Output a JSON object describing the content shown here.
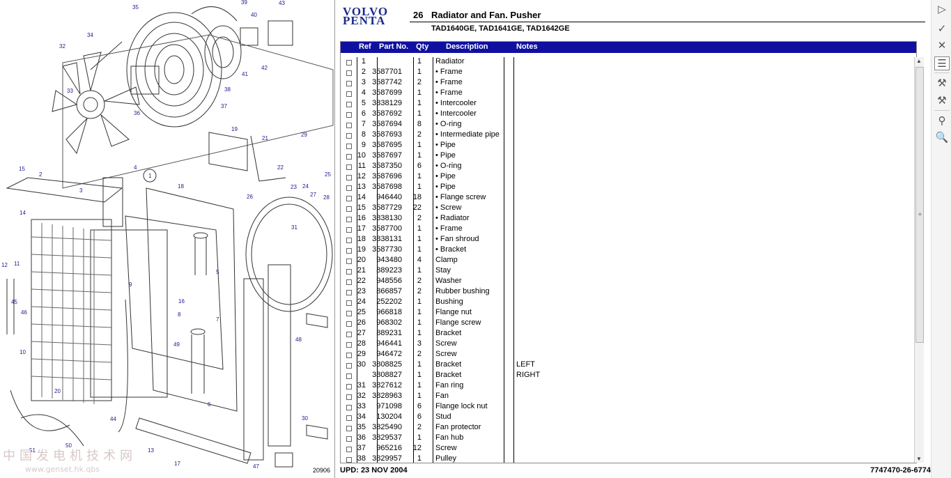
{
  "header": {
    "logo_line1": "VOLVO",
    "logo_line2": "PENTA",
    "section_number": "26",
    "section_title": "Radiator and Fan. Pusher",
    "models": "TAD1640GE, TAD1641GE, TAD1642GE"
  },
  "table": {
    "columns": [
      "Ref",
      "Part No.",
      "Qty",
      "Description",
      "Notes"
    ],
    "rows": [
      {
        "ref": "1",
        "part": "",
        "qty": "1",
        "desc": "Radiator",
        "notes": ""
      },
      {
        "ref": "2",
        "part": "3587701",
        "qty": "1",
        "desc": "• Frame",
        "notes": ""
      },
      {
        "ref": "3",
        "part": "3587742",
        "qty": "2",
        "desc": "• Frame",
        "notes": ""
      },
      {
        "ref": "4",
        "part": "3587699",
        "qty": "1",
        "desc": "• Frame",
        "notes": ""
      },
      {
        "ref": "5",
        "part": "3838129",
        "qty": "1",
        "desc": "• Intercooler",
        "notes": ""
      },
      {
        "ref": "6",
        "part": "3587692",
        "qty": "1",
        "desc": "• Intercooler",
        "notes": ""
      },
      {
        "ref": "7",
        "part": "3587694",
        "qty": "8",
        "desc": "• O-ring",
        "notes": ""
      },
      {
        "ref": "8",
        "part": "3587693",
        "qty": "2",
        "desc": "• Intermediate pipe",
        "notes": ""
      },
      {
        "ref": "9",
        "part": "3587695",
        "qty": "1",
        "desc": "• Pipe",
        "notes": ""
      },
      {
        "ref": "10",
        "part": "3587697",
        "qty": "1",
        "desc": "• Pipe",
        "notes": ""
      },
      {
        "ref": "11",
        "part": "3587350",
        "qty": "6",
        "desc": "• O-ring",
        "notes": ""
      },
      {
        "ref": "12",
        "part": "3587696",
        "qty": "1",
        "desc": "• Pipe",
        "notes": ""
      },
      {
        "ref": "13",
        "part": "3587698",
        "qty": "1",
        "desc": "• Pipe",
        "notes": ""
      },
      {
        "ref": "14",
        "part": "946440",
        "qty": "18",
        "desc": "• Flange screw",
        "notes": ""
      },
      {
        "ref": "15",
        "part": "3587729",
        "qty": "22",
        "desc": "• Screw",
        "notes": ""
      },
      {
        "ref": "16",
        "part": "3838130",
        "qty": "2",
        "desc": "• Radiator",
        "notes": ""
      },
      {
        "ref": "17",
        "part": "3587700",
        "qty": "1",
        "desc": "• Frame",
        "notes": ""
      },
      {
        "ref": "18",
        "part": "3838131",
        "qty": "1",
        "desc": "• Fan shroud",
        "notes": ""
      },
      {
        "ref": "19",
        "part": "3587730",
        "qty": "1",
        "desc": "• Bracket",
        "notes": ""
      },
      {
        "ref": "20",
        "part": "943480",
        "qty": "4",
        "desc": "Clamp",
        "notes": ""
      },
      {
        "ref": "21",
        "part": "889223",
        "qty": "1",
        "desc": "Stay",
        "notes": ""
      },
      {
        "ref": "22",
        "part": "948556",
        "qty": "2",
        "desc": "Washer",
        "notes": ""
      },
      {
        "ref": "23",
        "part": "866857",
        "qty": "2",
        "desc": "Rubber bushing",
        "notes": ""
      },
      {
        "ref": "24",
        "part": "252202",
        "qty": "1",
        "desc": "Bushing",
        "notes": ""
      },
      {
        "ref": "25",
        "part": "966818",
        "qty": "1",
        "desc": "Flange nut",
        "notes": ""
      },
      {
        "ref": "26",
        "part": "968302",
        "qty": "1",
        "desc": "Flange screw",
        "notes": ""
      },
      {
        "ref": "27",
        "part": "889231",
        "qty": "1",
        "desc": "Bracket",
        "notes": ""
      },
      {
        "ref": "28",
        "part": "946441",
        "qty": "3",
        "desc": "Screw",
        "notes": ""
      },
      {
        "ref": "29",
        "part": "946472",
        "qty": "2",
        "desc": "Screw",
        "notes": ""
      },
      {
        "ref": "30",
        "part": "3808825",
        "qty": "1",
        "desc": "Bracket",
        "notes": "LEFT"
      },
      {
        "ref": "",
        "part": "3808827",
        "qty": "1",
        "desc": "Bracket",
        "notes": "RIGHT"
      },
      {
        "ref": "31",
        "part": "3827612",
        "qty": "1",
        "desc": "Fan ring",
        "notes": ""
      },
      {
        "ref": "32",
        "part": "3828963",
        "qty": "1",
        "desc": "Fan",
        "notes": ""
      },
      {
        "ref": "33",
        "part": "971098",
        "qty": "6",
        "desc": "Flange lock nut",
        "notes": ""
      },
      {
        "ref": "34",
        "part": "130204",
        "qty": "6",
        "desc": "Stud",
        "notes": ""
      },
      {
        "ref": "35",
        "part": "3825490",
        "qty": "2",
        "desc": "Fan protector",
        "notes": ""
      },
      {
        "ref": "36",
        "part": "3829537",
        "qty": "1",
        "desc": "Fan hub",
        "notes": ""
      },
      {
        "ref": "37",
        "part": "965216",
        "qty": "12",
        "desc": "Screw",
        "notes": ""
      },
      {
        "ref": "38",
        "part": "3829957",
        "qty": "1",
        "desc": "Pulley",
        "notes": ""
      }
    ]
  },
  "footer": {
    "updated": "UPD: 23 NOV 2004",
    "doc_number": "7747470-26-6774"
  },
  "drawing": {
    "drawing_number": "20906",
    "callout_labels": [
      "1",
      "2",
      "3",
      "4",
      "5",
      "6",
      "7",
      "8",
      "9",
      "10",
      "11",
      "12",
      "13",
      "14",
      "15",
      "16",
      "17",
      "18",
      "19",
      "20",
      "21",
      "22",
      "23",
      "24",
      "25",
      "26",
      "27",
      "28",
      "29",
      "30",
      "31",
      "32",
      "33",
      "34",
      "35",
      "36",
      "37",
      "38",
      "39",
      "40",
      "41",
      "42",
      "43",
      "44",
      "45",
      "46",
      "47",
      "48",
      "49",
      "50",
      "51"
    ],
    "watermark": "中国发电机技术网",
    "watermark_url": "www.genset.hk.qbs"
  },
  "toolbar": {
    "icons": [
      "play-icon",
      "check-icon",
      "close-icon",
      "list-icon",
      "tools-icon",
      "tools-alt-icon",
      "binoculars-icon",
      "zoom-icon"
    ]
  }
}
